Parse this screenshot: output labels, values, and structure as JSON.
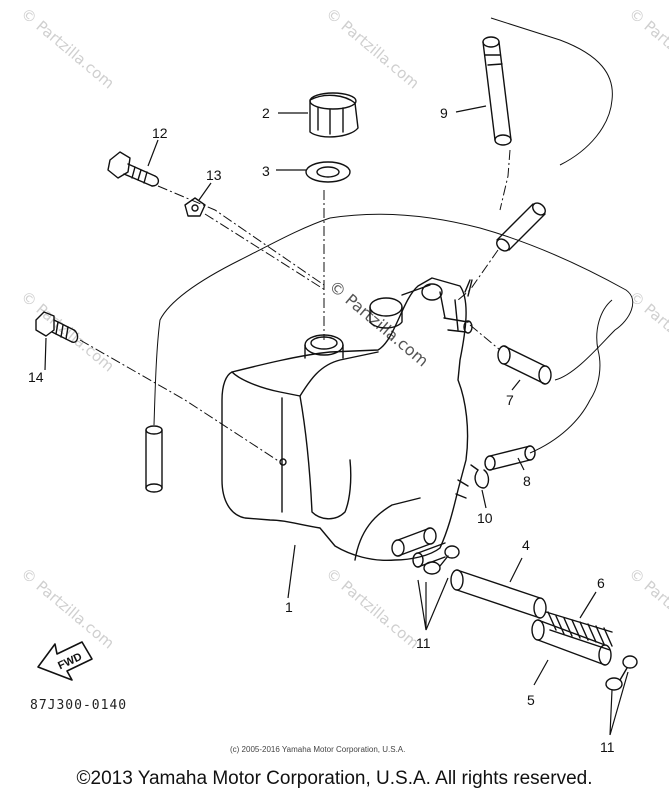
{
  "watermark": {
    "text": "© Partzilla.com"
  },
  "callouts": [
    "1",
    "2",
    "3",
    "4",
    "5",
    "6",
    "7",
    "8",
    "9",
    "10",
    "11",
    "11",
    "12",
    "13",
    "14"
  ],
  "fwd_label": "FWD",
  "diagram_code": "87J300-0140",
  "small_copyright": "(c) 2005-2016 Yamaha Motor Corporation, U.S.A.",
  "footer_copyright": "©2013 Yamaha Motor Corporation, U.S.A. All rights reserved.",
  "colors": {
    "ink": "#111111",
    "watermark": "#cfcfcf",
    "background": "#ffffff"
  }
}
